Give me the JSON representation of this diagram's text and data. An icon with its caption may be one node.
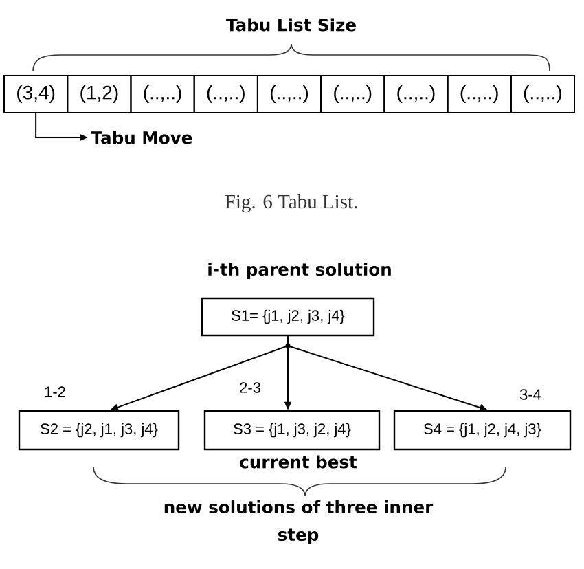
{
  "diagram": {
    "caption": "Fig. 6 Tabu List.",
    "nodes": [
      {
        "text": [
          "(3,4)"
        ]
      },
      {
        "text": [
          "(1,2)"
        ]
      },
      {
        "text": [
          "(..,..)"
        ]
      },
      {
        "text": [
          "(..,..)"
        ]
      },
      {
        "text": [
          "(..,..)"
        ]
      },
      {
        "text": [
          "(..,..)"
        ]
      },
      {
        "text": [
          "(..,..)"
        ]
      },
      {
        "text": [
          "(..,..)"
        ]
      },
      {
        "text": [
          "(..,..)"
        ]
      },
      {
        "text": [
          "Tabu Move"
        ]
      },
      {
        "text": [
          "i-th parent solution",
          "S1= {j1, j2, j3, j4}"
        ]
      },
      {
        "text": [
          "S2 = {j2, j1, j3, j4}"
        ],
        "beside": [
          "1-2"
        ]
      },
      {
        "text": [
          "S3 = {j1, j3, j2, j4}"
        ],
        "beside": [
          "2-3",
          "current best"
        ]
      },
      {
        "text": [
          "S4 = {j1, j2, j4, j3}"
        ],
        "beside": [
          "3-4"
        ]
      }
    ],
    "edges": [
      {
        "from": 0,
        "to": 9,
        "arrow": "to"
      },
      {
        "from": 10,
        "to": 11,
        "arrow": "to"
      },
      {
        "from": 10,
        "to": 12,
        "arrow": "to"
      },
      {
        "from": 10,
        "to": 13,
        "arrow": "to"
      }
    ],
    "labels": [
      "Tabu List Size",
      "new solutions of three inner step"
    ]
  }
}
